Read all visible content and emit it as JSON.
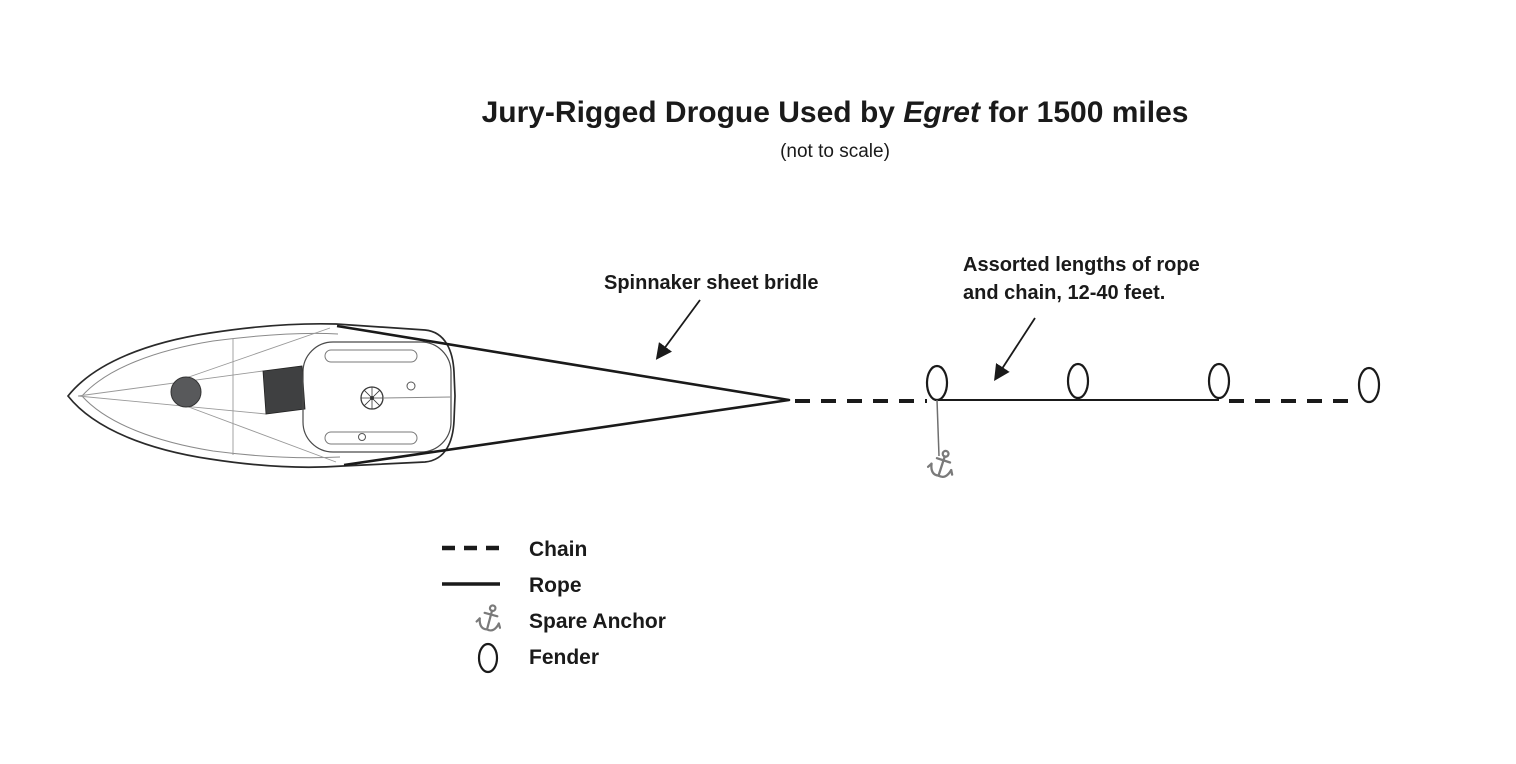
{
  "title": {
    "prefix": "Jury-Rigged Drogue Used by ",
    "boat_name": "Egret",
    "suffix": " for 1500 miles",
    "subtitle": "(not to scale)"
  },
  "annotations": {
    "bridle": "Spinnaker sheet bridle",
    "rode_line1": "Assorted lengths of rope",
    "rode_line2": "and chain, 12-40 feet."
  },
  "legend": {
    "items": [
      {
        "symbol": "chain-dashed-line",
        "label": "Chain"
      },
      {
        "symbol": "rope-solid-line",
        "label": "Rope"
      },
      {
        "symbol": "anchor-icon",
        "label": "Spare Anchor"
      },
      {
        "symbol": "fender-oval",
        "label": "Fender"
      }
    ]
  },
  "diagram": {
    "fender_count": 4
  },
  "colors": {
    "ink": "#1a1a1a",
    "detail": "#777777",
    "background": "#ffffff"
  }
}
